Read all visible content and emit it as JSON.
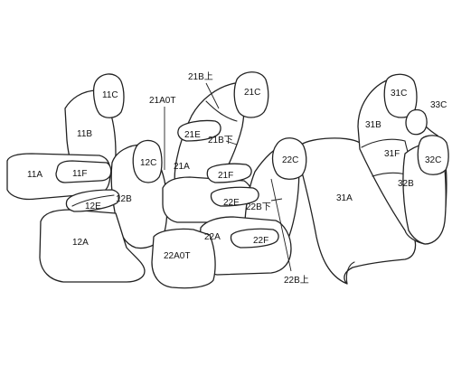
{
  "labels": {
    "11C": "11C",
    "11B": "11B",
    "11A": "11A",
    "11F": "11F",
    "12E": "12E",
    "12C": "12C",
    "12B": "12B",
    "12A": "12A",
    "21B_upper": "21B上",
    "21C": "21C",
    "21A0T": "21A0T",
    "21E": "21E",
    "21B_lower": "21B下",
    "21A": "21A",
    "21F": "21F",
    "22E": "22E",
    "22C": "22C",
    "22B_lower": "22B下",
    "22A": "22A",
    "22F": "22F",
    "22A0T": "22A0T",
    "22B_upper": "22B上",
    "31C": "31C",
    "33C": "33C",
    "31B": "31B",
    "31F": "31F",
    "32C": "32C",
    "32B": "32B",
    "31A": "31A"
  }
}
